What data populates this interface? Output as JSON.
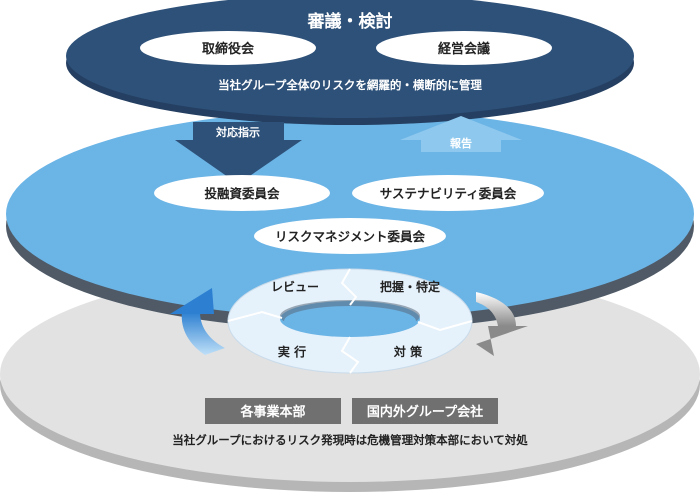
{
  "top_layer": {
    "title": "審議・検討",
    "bodies": [
      "取締役会",
      "経営会議"
    ],
    "description": "当社グループ全体のリスクを網羅的・横断的に管理"
  },
  "arrows": {
    "down_label": "対応指示",
    "up_label": "報告"
  },
  "middle_layer": {
    "committees": [
      "投融資委員会",
      "サステナビリティ委員会",
      "リスクマネジメント委員会"
    ]
  },
  "cycle": {
    "steps": [
      "レビュー",
      "把握・特定",
      "対 策",
      "実 行"
    ]
  },
  "bottom_layer": {
    "units": [
      "各事業本部",
      "国内外グループ会社"
    ],
    "description": "当社グループにおけるリスク発現時は危機管理対策本部において対処"
  },
  "colors": {
    "dark_navy": "#2e5179",
    "dark_navy_side": "#243f61",
    "light_blue": "#6bb4e6",
    "light_blue_side": "#4f5a66",
    "pale_blue": "#e5f1fb",
    "gray_top": "#e2e2e2",
    "gray_side": "#b6b6b6",
    "box_gray": "#707070",
    "cycle_arrow_blue": "#2c7fd1",
    "cycle_arrow_gray": "#8a8a8a"
  }
}
